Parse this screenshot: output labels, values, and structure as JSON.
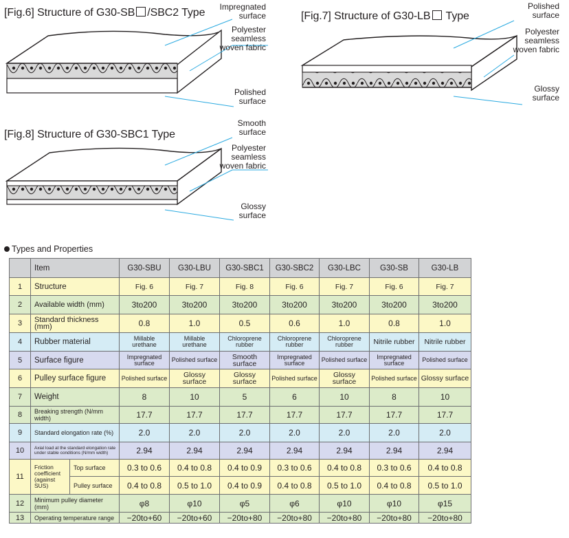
{
  "figures": {
    "fig6": {
      "title_prefix": "[Fig.6] Structure of G30-SB",
      "title_suffix": "/SBC2 Type",
      "callouts": [
        "Impregnated surface",
        "Polyester seamless woven fabric",
        "Polished surface"
      ]
    },
    "fig7": {
      "title_prefix": "[Fig.7] Structure of G30-LB",
      "title_suffix": " Type",
      "callouts": [
        "Polished surface",
        "Polyester seamless woven fabric",
        "Glossy surface"
      ]
    },
    "fig8": {
      "title": "[Fig.8] Structure of G30-SBC1 Type",
      "callouts": [
        "Smooth surface",
        "Polyester seamless woven fabric",
        "Glossy surface"
      ]
    }
  },
  "callout_lines": {
    "impregnated": [
      "Impregnated",
      "surface"
    ],
    "polyester": [
      "Polyester",
      "seamless",
      "woven fabric"
    ],
    "polished": [
      "Polished",
      "surface"
    ],
    "glossy": [
      "Glossy",
      "surface"
    ],
    "smooth": [
      "Smooth",
      "surface"
    ]
  },
  "colors": {
    "accent_line": "#29a9e0",
    "header": "#d2d3d5",
    "yellow": "#fcf8c6",
    "green": "#dcebc9",
    "blue": "#d5ecf5",
    "purple": "#d7daef"
  },
  "table": {
    "section_title": "Types and Properties",
    "header": {
      "item": "Item",
      "models": [
        "G30-SBU",
        "G30-LBU",
        "G30-SBC1",
        "G30-SBC2",
        "G30-LBC",
        "G30-SB",
        "G30-LB"
      ]
    },
    "rows": [
      {
        "no": "1",
        "label": "Structure",
        "values": [
          "Fig. 6",
          "Fig. 7",
          "Fig. 8",
          "Fig. 6",
          "Fig. 7",
          "Fig. 6",
          "Fig. 7"
        ]
      },
      {
        "no": "2",
        "label": "Available width (mm)",
        "values": [
          "3to200",
          "3to200",
          "3to200",
          "3to200",
          "3to200",
          "3to200",
          "3to200"
        ]
      },
      {
        "no": "3",
        "label": "Standard thickness (mm)",
        "values": [
          "0.8",
          "1.0",
          "0.5",
          "0.6",
          "1.0",
          "0.8",
          "1.0"
        ]
      },
      {
        "no": "4",
        "label": "Rubber material",
        "values": [
          "Millable urethane",
          "Millable urethane",
          "Chloroprene rubber",
          "Chloroprene rubber",
          "Chloroprene rubber",
          "Nitrile rubber",
          "Nitrile rubber"
        ]
      },
      {
        "no": "5",
        "label": "Surface figure",
        "values": [
          "Impregnated surface",
          "Polished surface",
          "Smooth surface",
          "Impregnated surface",
          "Polished surface",
          "Impregnated surface",
          "Polished surface"
        ]
      },
      {
        "no": "6",
        "label": "Pulley surface figure",
        "values": [
          "Polished surface",
          "Glossy surface",
          "Glossy surface",
          "Polished surface",
          "Glossy surface",
          "Polished surface",
          "Glossy surface"
        ]
      },
      {
        "no": "7",
        "label": "Weight",
        "values": [
          "8",
          "10",
          "5",
          "6",
          "10",
          "8",
          "10"
        ]
      },
      {
        "no": "8",
        "label": "Breaking strength (N/mm width)",
        "values": [
          "17.7",
          "17.7",
          "17.7",
          "17.7",
          "17.7",
          "17.7",
          "17.7"
        ]
      },
      {
        "no": "9",
        "label": "Standard elongation rate (%)",
        "values": [
          "2.0",
          "2.0",
          "2.0",
          "2.0",
          "2.0",
          "2.0",
          "2.0"
        ]
      },
      {
        "no": "10",
        "label": "Axial load at the standard elongation rate under stable conditions (N/mm width)",
        "values": [
          "2.94",
          "2.94",
          "2.94",
          "2.94",
          "2.94",
          "2.94",
          "2.94"
        ]
      },
      {
        "no": "11",
        "label": "Friction coefficient (against SUS)",
        "sub_top": "Top surface",
        "sub_pulley": "Pulley surface",
        "values_top": [
          "0.3 to 0.6",
          "0.4 to 0.8",
          "0.4 to 0.9",
          "0.3 to 0.6",
          "0.4 to 0.8",
          "0.3 to 0.6",
          "0.4 to 0.8"
        ],
        "values_pulley": [
          "0.4 to 0.8",
          "0.5 to 1.0",
          "0.4 to 0.9",
          "0.4 to 0.8",
          "0.5 to 1.0",
          "0.4 to 0.8",
          "0.5 to 1.0"
        ]
      },
      {
        "no": "12",
        "label": "Minimum pulley diameter (mm)",
        "values": [
          "φ8",
          "φ10",
          "φ5",
          "φ6",
          "φ10",
          "φ10",
          "φ15"
        ]
      },
      {
        "no": "13",
        "label": "Operating temperature range",
        "values": [
          "−20to+60",
          "−20to+60",
          "−20to+80",
          "−20to+80",
          "−20to+80",
          "−20to+80",
          "−20to+80"
        ]
      }
    ]
  }
}
